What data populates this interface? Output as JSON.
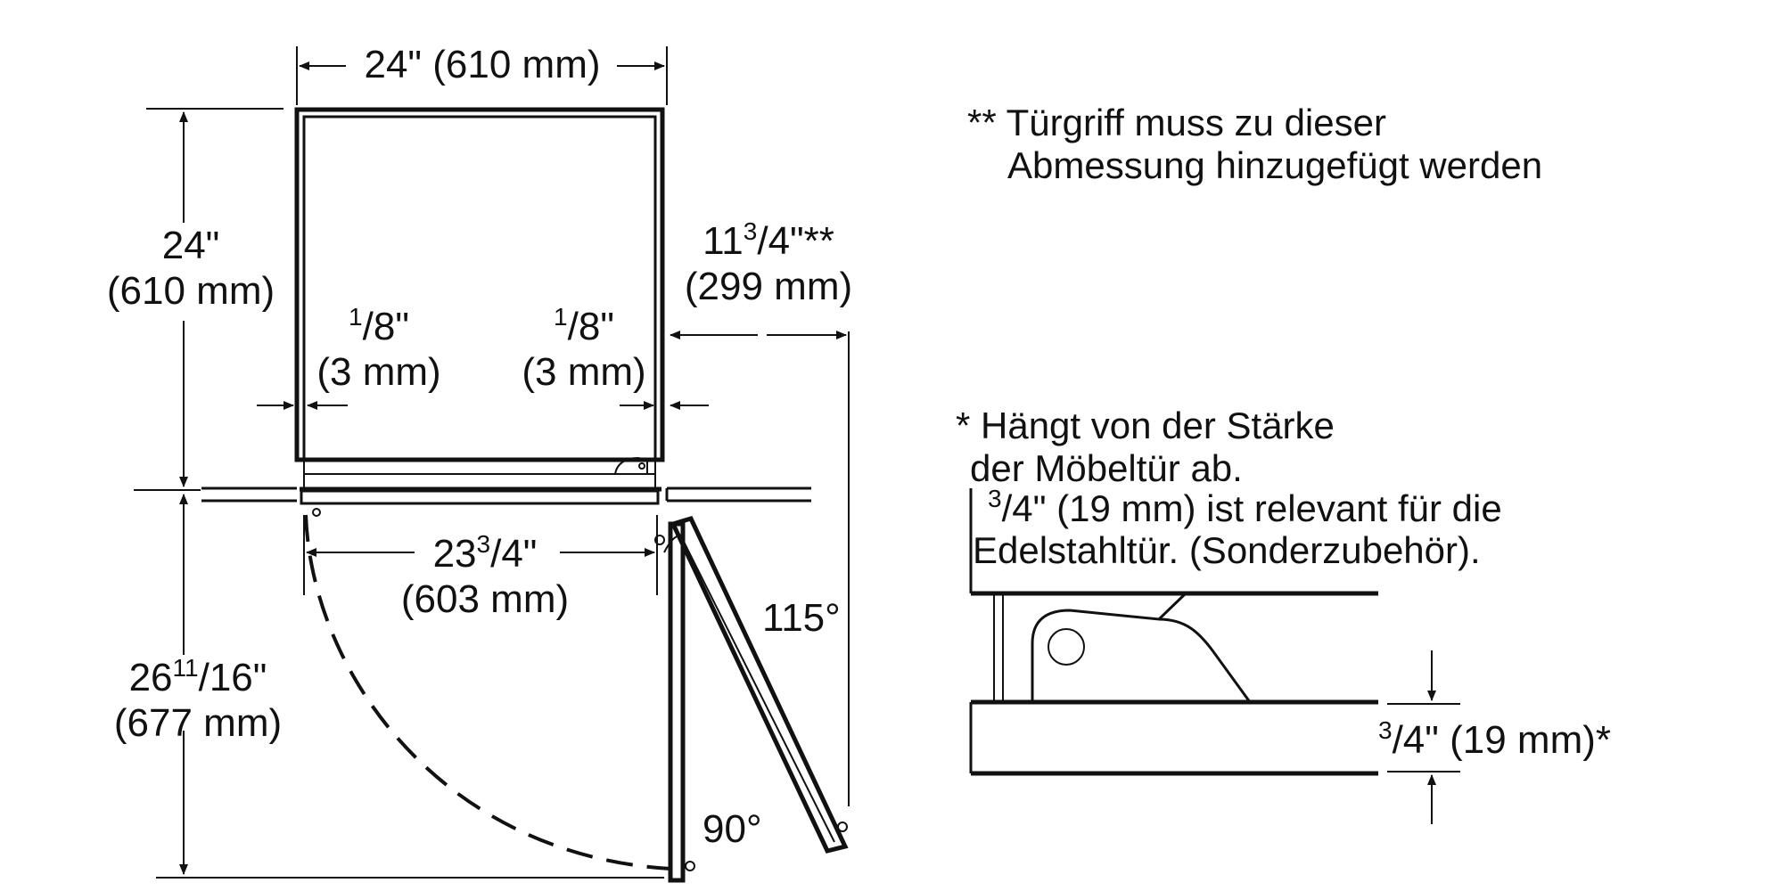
{
  "labels": {
    "top_width": "24\" (610 mm)",
    "left_height_in": "24\"",
    "left_height_mm": "(610 mm)",
    "gap_left_num": "1",
    "gap_left_rest": "/8\"",
    "gap_left_mm": "(3 mm)",
    "gap_right_num": "1",
    "gap_right_rest": "/8\"",
    "gap_right_mm": "(3 mm)",
    "handle_whole": "11",
    "handle_frac": "3",
    "handle_rest": "/4\"**",
    "handle_mm": "(299 mm)",
    "inner_whole": "23",
    "inner_frac": "3",
    "inner_rest": "/4\"",
    "inner_mm": "(603 mm)",
    "angle_115": "115°",
    "angle_90": "90°",
    "depth_whole": "26",
    "depth_frac": "11",
    "depth_rest": "/16\"",
    "depth_mm": "(677 mm)",
    "detail_frac": "3",
    "detail_rest": "/4\" (19 mm)*"
  },
  "notes": {
    "handle_line1": "** Türgriff muss zu dieser",
    "handle_line2": "Abmessung hinzugefügt werden",
    "thickness_line1": "* Hängt von der Stärke",
    "thickness_line2": "der Möbeltür ab.",
    "thickness_frac": "3",
    "thickness_line3_rest": "/4\" (19 mm) ist relevant für die",
    "thickness_line4": "Edelstahltür. (Sonderzubehör)."
  }
}
